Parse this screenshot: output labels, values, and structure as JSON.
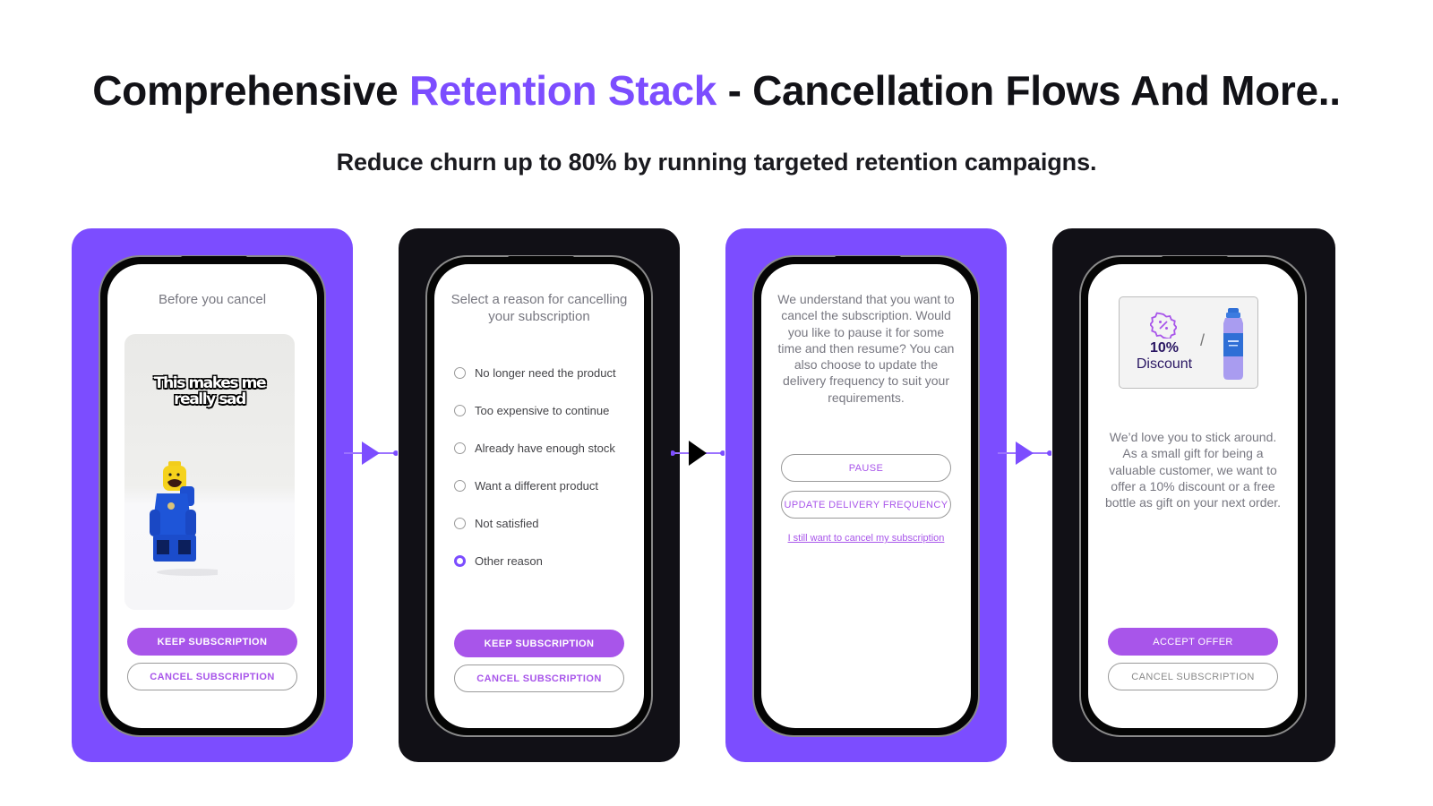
{
  "header": {
    "title_prefix": "Comprehensive ",
    "title_accent": "Retention Stack",
    "title_suffix": " - Cancellation Flows And More..",
    "subtitle": "Reduce churn up to 80% by running targeted retention campaigns."
  },
  "colors": {
    "accent": "#7c4dff",
    "button_purple": "#a855ea",
    "card_dark": "#111016",
    "text_dark": "#121217"
  },
  "screens": [
    {
      "title": "Before you cancel",
      "image_caption": "This makes me really sad",
      "image_caption_line1": "This makes me",
      "image_caption_line2": "really sad",
      "primary_button": "KEEP SUBSCRIPTION",
      "secondary_button": "CANCEL SUBSCRIPTION"
    },
    {
      "title": "Select a reason for cancelling your subscription",
      "reasons": [
        {
          "label": "No longer need the product",
          "selected": false
        },
        {
          "label": "Too expensive to continue",
          "selected": false
        },
        {
          "label": "Already have enough stock",
          "selected": false
        },
        {
          "label": "Want a different product",
          "selected": false
        },
        {
          "label": "Not satisfied",
          "selected": false
        },
        {
          "label": "Other reason",
          "selected": true
        }
      ],
      "primary_button": "KEEP SUBSCRIPTION",
      "secondary_button": "CANCEL SUBSCRIPTION"
    },
    {
      "message": "We understand that you want to cancel the subscription. Would you like to pause it for some time and then resume? You can also choose to update the delivery frequency to suit your requirements.",
      "pause_button": "PAUSE",
      "frequency_button": "UPDATE DELIVERY FREQUENCY",
      "cancel_link": "I still want to cancel my subscription"
    },
    {
      "offer": {
        "discount_percent": "10%",
        "discount_label": "Discount",
        "separator": "/",
        "bottle_icon": "water-bottle-icon",
        "badge_icon": "percent-badge-icon"
      },
      "message": "We’d love you to stick around. As a small gift for being a valuable customer, we want to offer a 10% discount or a free bottle as gift on your next order.",
      "primary_button": "ACCEPT OFFER",
      "secondary_button": "CANCEL SUBSCRIPTION"
    }
  ],
  "connectors": [
    {
      "icon": "arrow-right-icon",
      "color": "#7c4dff"
    },
    {
      "icon": "arrow-right-icon",
      "color": "#000000"
    },
    {
      "icon": "arrow-right-icon",
      "color": "#7c4dff"
    }
  ]
}
